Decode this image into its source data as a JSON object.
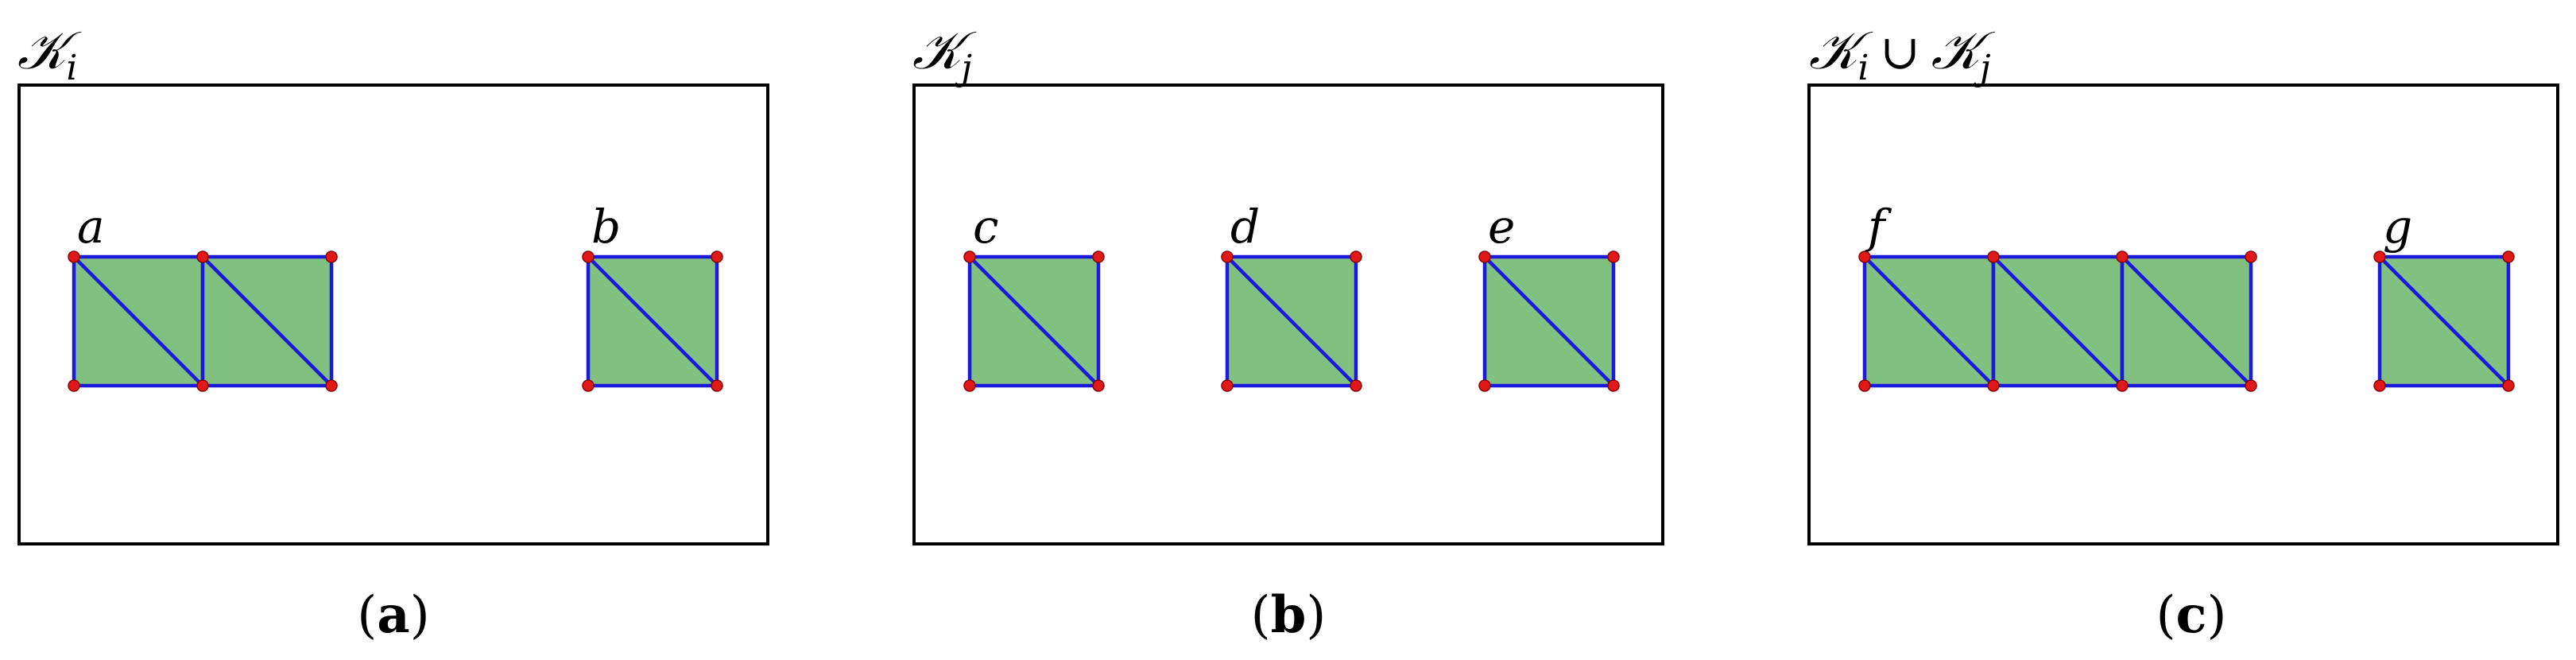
{
  "colors": {
    "fill": "#80c080",
    "edge": "#1a1adb",
    "vertex": "#e01818",
    "frame": "#000000"
  },
  "panels": [
    {
      "caption_open": "(",
      "caption_letter": "a",
      "caption_close": ")",
      "title": {
        "main": "𝒦",
        "sub": "i"
      },
      "components": [
        {
          "label": "a",
          "squares": 2
        },
        {
          "label": "b",
          "squares": 1
        }
      ]
    },
    {
      "caption_open": "(",
      "caption_letter": "b",
      "caption_close": ")",
      "title": {
        "main": "𝒦",
        "sub": "j"
      },
      "components": [
        {
          "label": "c",
          "squares": 1
        },
        {
          "label": "d",
          "squares": 1
        },
        {
          "label": "e",
          "squares": 1
        }
      ]
    },
    {
      "caption_open": "(",
      "caption_letter": "c",
      "caption_close": ")",
      "title": {
        "main": "𝒦",
        "sub": "i",
        "op": "∪",
        "main2": "𝒦",
        "sub2": "j"
      },
      "components": [
        {
          "label": "f",
          "squares": 3
        },
        {
          "label": "g",
          "squares": 1
        }
      ]
    }
  ]
}
